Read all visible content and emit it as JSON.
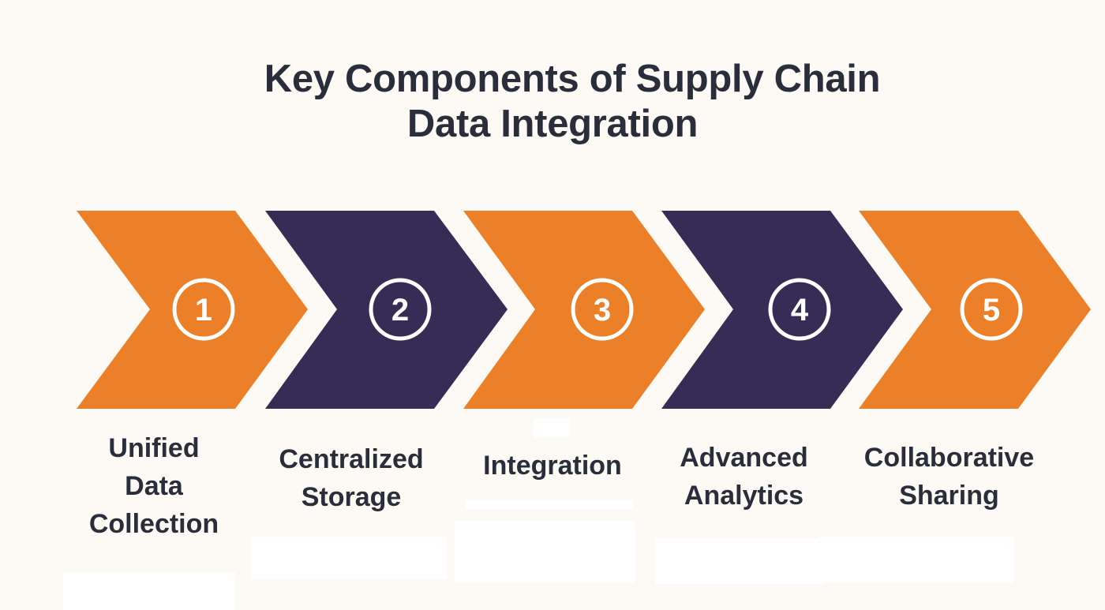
{
  "title": {
    "line1": "Key Components of Supply Chain",
    "line2": "Data Integration"
  },
  "colors": {
    "background": "#fdfaf5",
    "orange": "#ec8029",
    "purple": "#372c55",
    "text": "#2a2e3a",
    "circle": "#ffffff"
  },
  "steps": [
    {
      "number": "1",
      "label_lines": [
        "Unified",
        "Data",
        "Collection"
      ],
      "color": "orange"
    },
    {
      "number": "2",
      "label_lines": [
        "Centralized",
        "Storage"
      ],
      "color": "purple"
    },
    {
      "number": "3",
      "label_lines": [
        "Integration"
      ],
      "color": "orange"
    },
    {
      "number": "4",
      "label_lines": [
        "Advanced",
        "Analytics"
      ],
      "color": "purple"
    },
    {
      "number": "5",
      "label_lines": [
        "Collaborative",
        "Sharing"
      ],
      "color": "orange"
    }
  ]
}
